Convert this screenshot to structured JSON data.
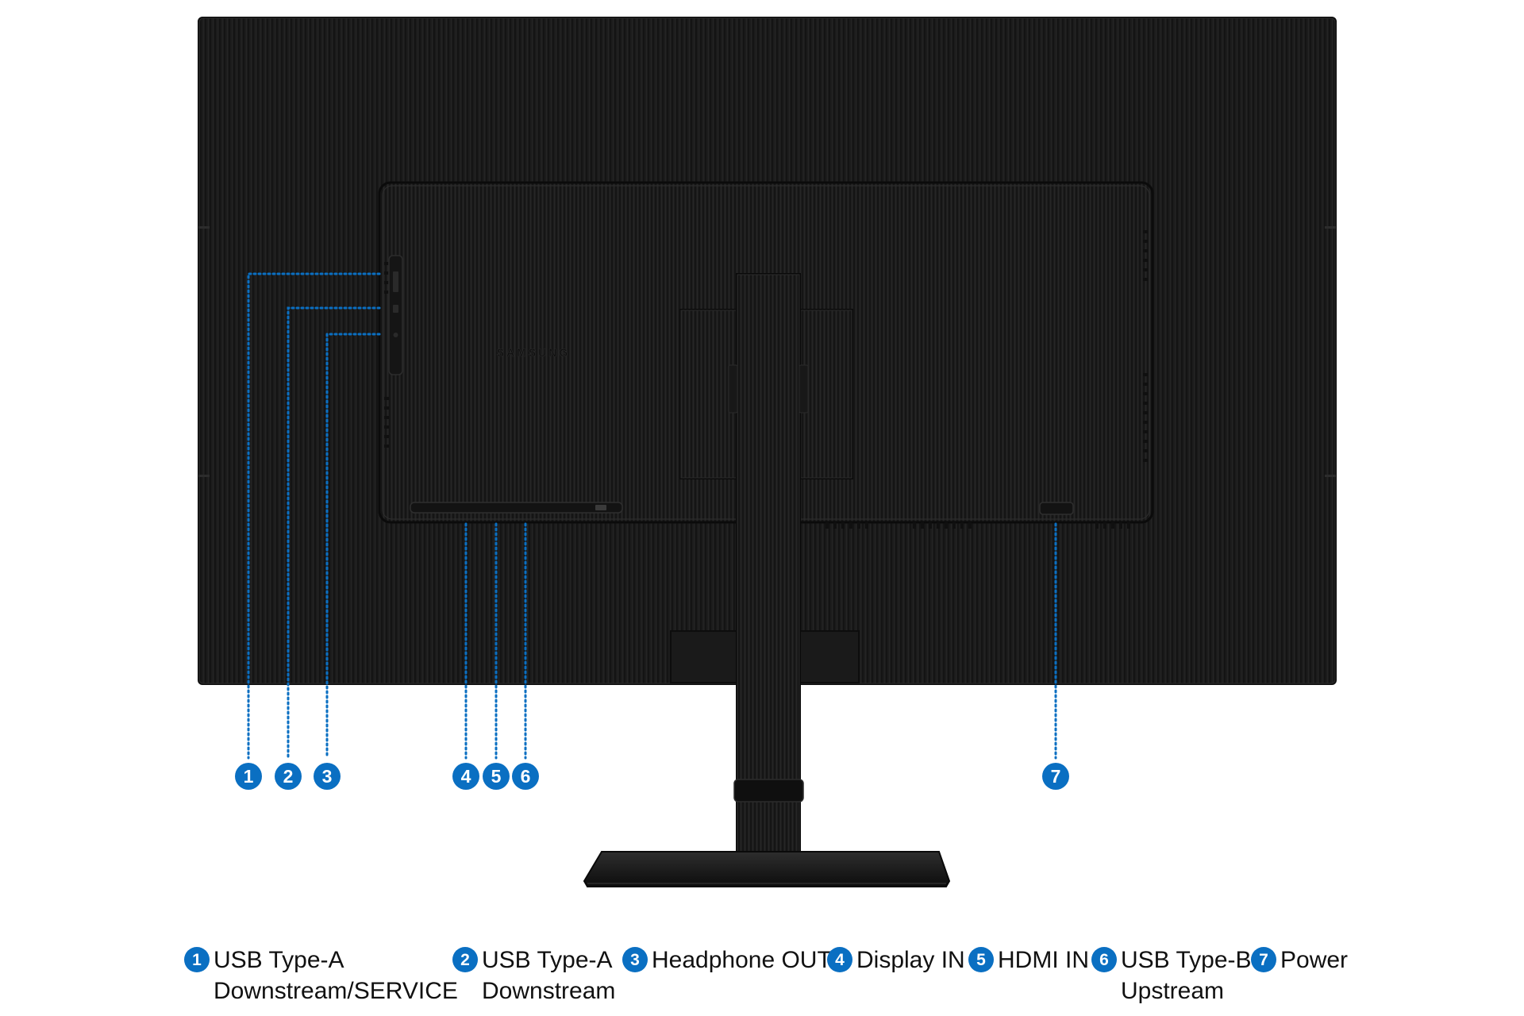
{
  "brand": "SAMSUNG",
  "colors": {
    "accent": "#0a6fc2",
    "monitor_body": "#1a1a1a",
    "background": "#ffffff"
  },
  "ports": [
    {
      "number": "1",
      "lines": [
        "USB Type-A",
        "Downstream/SERVICE"
      ]
    },
    {
      "number": "2",
      "lines": [
        "USB Type-A",
        "Downstream"
      ]
    },
    {
      "number": "3",
      "lines": [
        "Headphone OUT"
      ]
    },
    {
      "number": "4",
      "lines": [
        "Display IN"
      ]
    },
    {
      "number": "5",
      "lines": [
        "HDMI IN"
      ]
    },
    {
      "number": "6",
      "lines": [
        "USB Type-B",
        "Upstream"
      ]
    },
    {
      "number": "7",
      "lines": [
        "Power"
      ]
    }
  ]
}
